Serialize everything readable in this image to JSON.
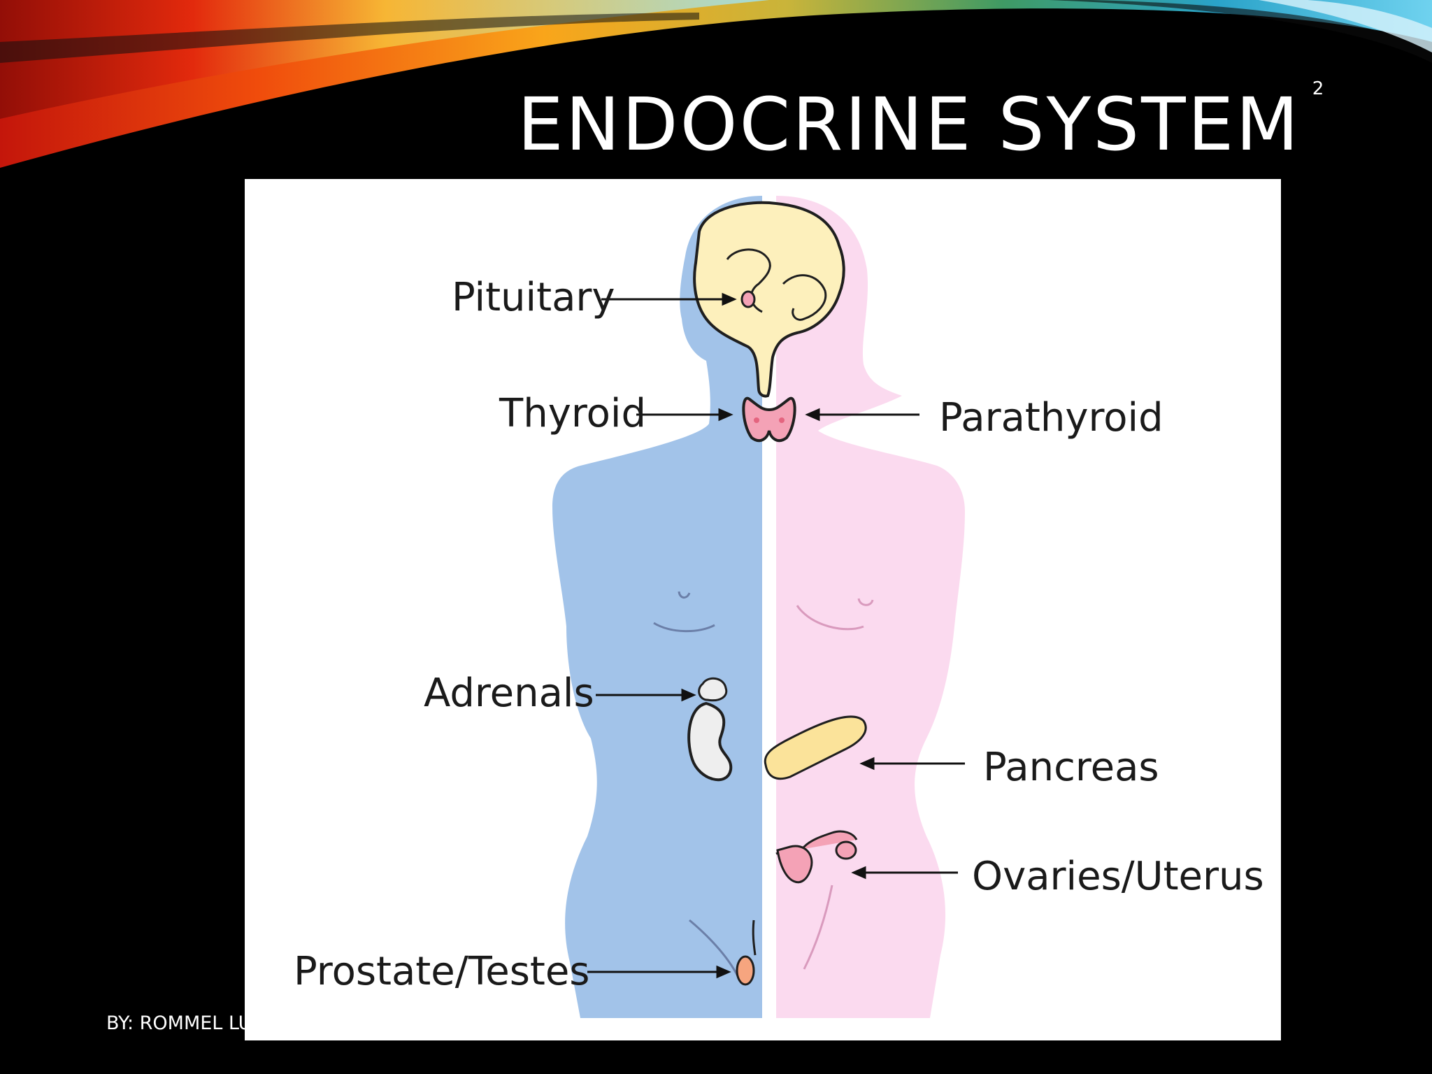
{
  "slide": {
    "title": "ENDOCRINE SYSTEM",
    "number": "2",
    "footer": "BY: ROMMEL LU"
  },
  "diagram": {
    "labels": {
      "pituitary": "Pituitary",
      "thyroid": "Thyroid",
      "parathyroid": "Parathyroid",
      "adrenals": "Adrenals",
      "pancreas": "Pancreas",
      "ovaries_uterus": "Ovaries/Uterus",
      "prostate_testes": "Prostate/Testes"
    },
    "colors": {
      "male_body": "#a2c3e9",
      "female_body": "#fbdaef",
      "brain": "#fdf0bc",
      "gland_pink": "#f4a2b6",
      "pancreas": "#fbe39a",
      "adrenal": "#eeeeee",
      "testes": "#f6a57f"
    }
  }
}
